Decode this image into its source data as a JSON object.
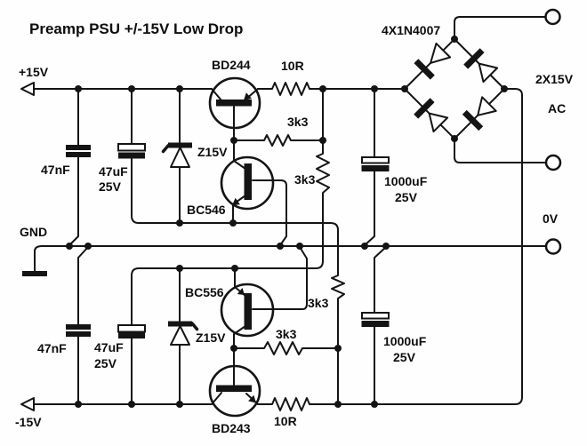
{
  "colors": {
    "ink": "#141414",
    "paper": "#fefefe"
  },
  "labels": {
    "title": "Preamp PSU +/-15V  Low Drop",
    "rail_pos": "+15V",
    "rail_neg": "-15V",
    "gnd": "GND",
    "zero": "0V",
    "xfmr": "2X15V",
    "ac": "AC",
    "bridge": "4X1N4007",
    "bd244": "BD244",
    "bd243": "BD243",
    "bc546": "BC546",
    "bc556": "BC556",
    "r10_top": "10R",
    "r10_bottom": "10R",
    "r3k3_base_top": "3k3",
    "r3k3_vert_top": "3k3",
    "r3k3_vert_bottom": "3k3",
    "r3k3_base_bottom": "3k3",
    "zener_top": "Z15V",
    "zener_bottom": "Z15V",
    "c47nf_top": "47nF",
    "c47nf_bottom": "47nF",
    "c47uf_top": "47uF",
    "c47uf_top_v": "25V",
    "c47uf_bottom": "47uF",
    "c47uf_bottom_v": "25V",
    "c1000_top": "1000uF",
    "c1000_top_v": "25V",
    "c1000_bottom": "1000uF",
    "c1000_bottom_v": "25V"
  }
}
